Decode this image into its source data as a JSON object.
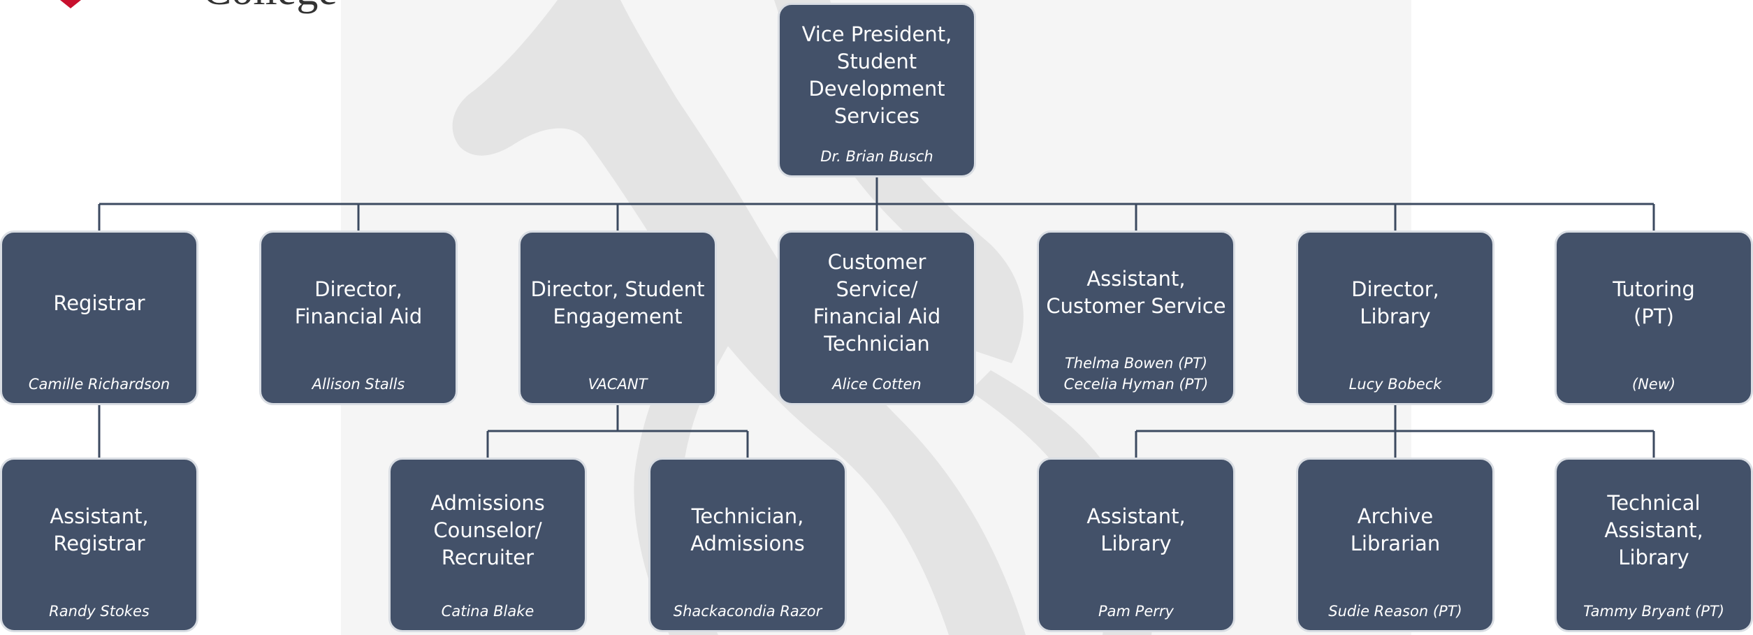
{
  "logo": {
    "text": "College"
  },
  "colors": {
    "box_fill": "#435169",
    "box_border": "#d9dde3",
    "connector": "#3c4a60",
    "logo_red": "#c8102e"
  },
  "org": {
    "vp": {
      "title": "Vice President,\nStudent\nDevelopment\nServices",
      "person": "Dr. Brian Busch"
    },
    "registrar": {
      "title": "Registrar",
      "person": "Camille Richardson"
    },
    "financial_aid": {
      "title": "Director,\nFinancial Aid",
      "person": "Allison Stalls"
    },
    "student_engagement": {
      "title": "Director, Student\nEngagement",
      "person": "VACANT"
    },
    "customer_service": {
      "title": "Customer Service/\nFinancial Aid\nTechnician",
      "person": "Alice Cotten"
    },
    "assistant_customer_service": {
      "title": "Assistant,\nCustomer Service",
      "person": "Thelma Bowen (PT)\nCecelia Hyman (PT)"
    },
    "library": {
      "title": "Director,\nLibrary",
      "person": "Lucy Bobeck"
    },
    "tutoring": {
      "title": "Tutoring\n(PT)",
      "person": "(New)"
    },
    "assistant_registrar": {
      "title": "Assistant,\nRegistrar",
      "person": "Randy Stokes"
    },
    "admissions_counselor": {
      "title": "Admissions\nCounselor/\nRecruiter",
      "person": "Catina Blake"
    },
    "technician_admissions": {
      "title": "Technician,\nAdmissions",
      "person": "Shackacondia Razor"
    },
    "assistant_library": {
      "title": "Assistant,\nLibrary",
      "person": "Pam Perry"
    },
    "archive_librarian": {
      "title": "Archive\nLibrarian",
      "person": "Sudie Reason (PT)"
    },
    "technical_assistant_library": {
      "title": "Technical Assistant,\nLibrary",
      "person": "Tammy Bryant (PT)"
    }
  }
}
